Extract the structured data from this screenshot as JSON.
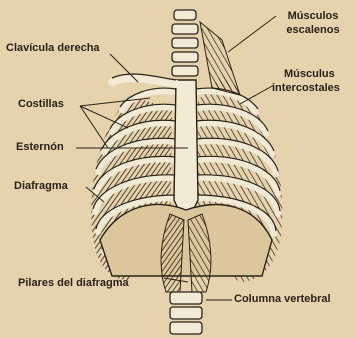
{
  "colors": {
    "paper": "#e6d3ad",
    "ink": "#2a2218",
    "bone": "#f3ead5"
  },
  "labels": {
    "clavicula": "Clavícula derecha",
    "costillas": "Costillas",
    "esternon": "Esternón",
    "diafragma": "Diafragma",
    "pilares": "Pilares del diafragma",
    "musculos_escalenos_1": "Músculos",
    "musculos_escalenos_2": "escalenos",
    "musculus_intercostales_1": "Músculus",
    "musculus_intercostales_2": "intercostales",
    "columna": "Columna vertebral"
  }
}
